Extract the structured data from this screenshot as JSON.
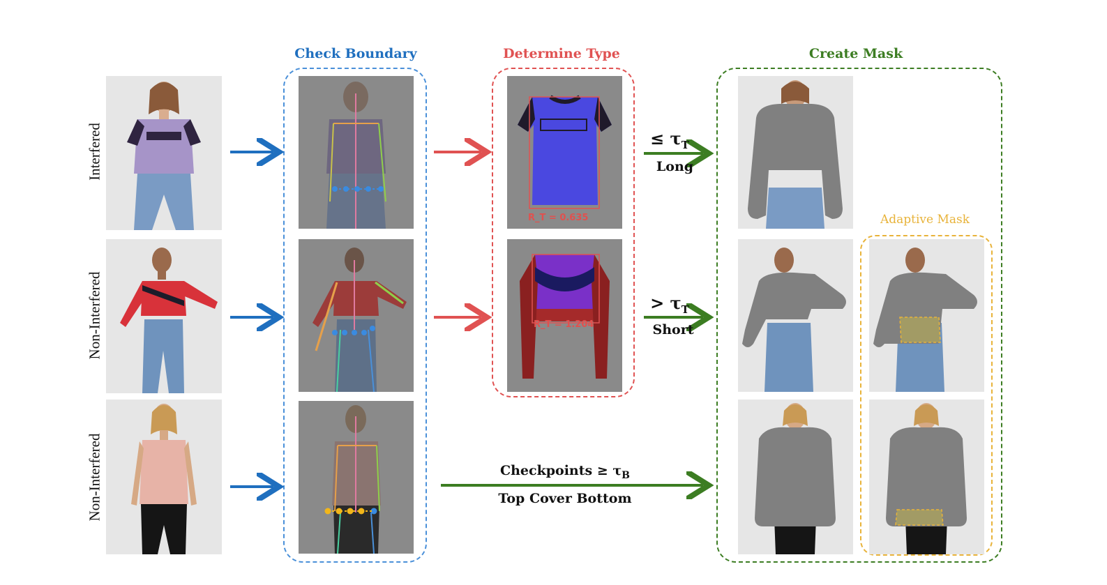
{
  "titles": {
    "check_boundary": "Check Boundary",
    "determine_type": "Determine Type",
    "create_mask": "Create Mask",
    "adaptive_mask": "Adaptive Mask"
  },
  "rows": [
    {
      "label": "Interfered"
    },
    {
      "label": "Non-Interfered"
    },
    {
      "label": "Non-Interfered"
    }
  ],
  "ratios": [
    "R_T = 0.635",
    "R_T = 1.204"
  ],
  "arrows": {
    "long": {
      "cond": "≤ τ",
      "sub": "T",
      "label": "Long"
    },
    "short": {
      "cond": "> τ",
      "sub": "T",
      "label": "Short"
    },
    "cover": {
      "cond": "Checkpoints ≥ τ",
      "sub": "B",
      "label": "Top Cover Bottom"
    }
  },
  "colors": {
    "blue": "#1f6fbf",
    "red": "#e05252",
    "green": "#3c7d22",
    "orange": "#e8b33a",
    "mask_gray": "#808080",
    "photo_bg": "#e6e6e6"
  },
  "icons": [
    "person-photo",
    "pose-overlay",
    "garment-crop",
    "masked-person"
  ]
}
